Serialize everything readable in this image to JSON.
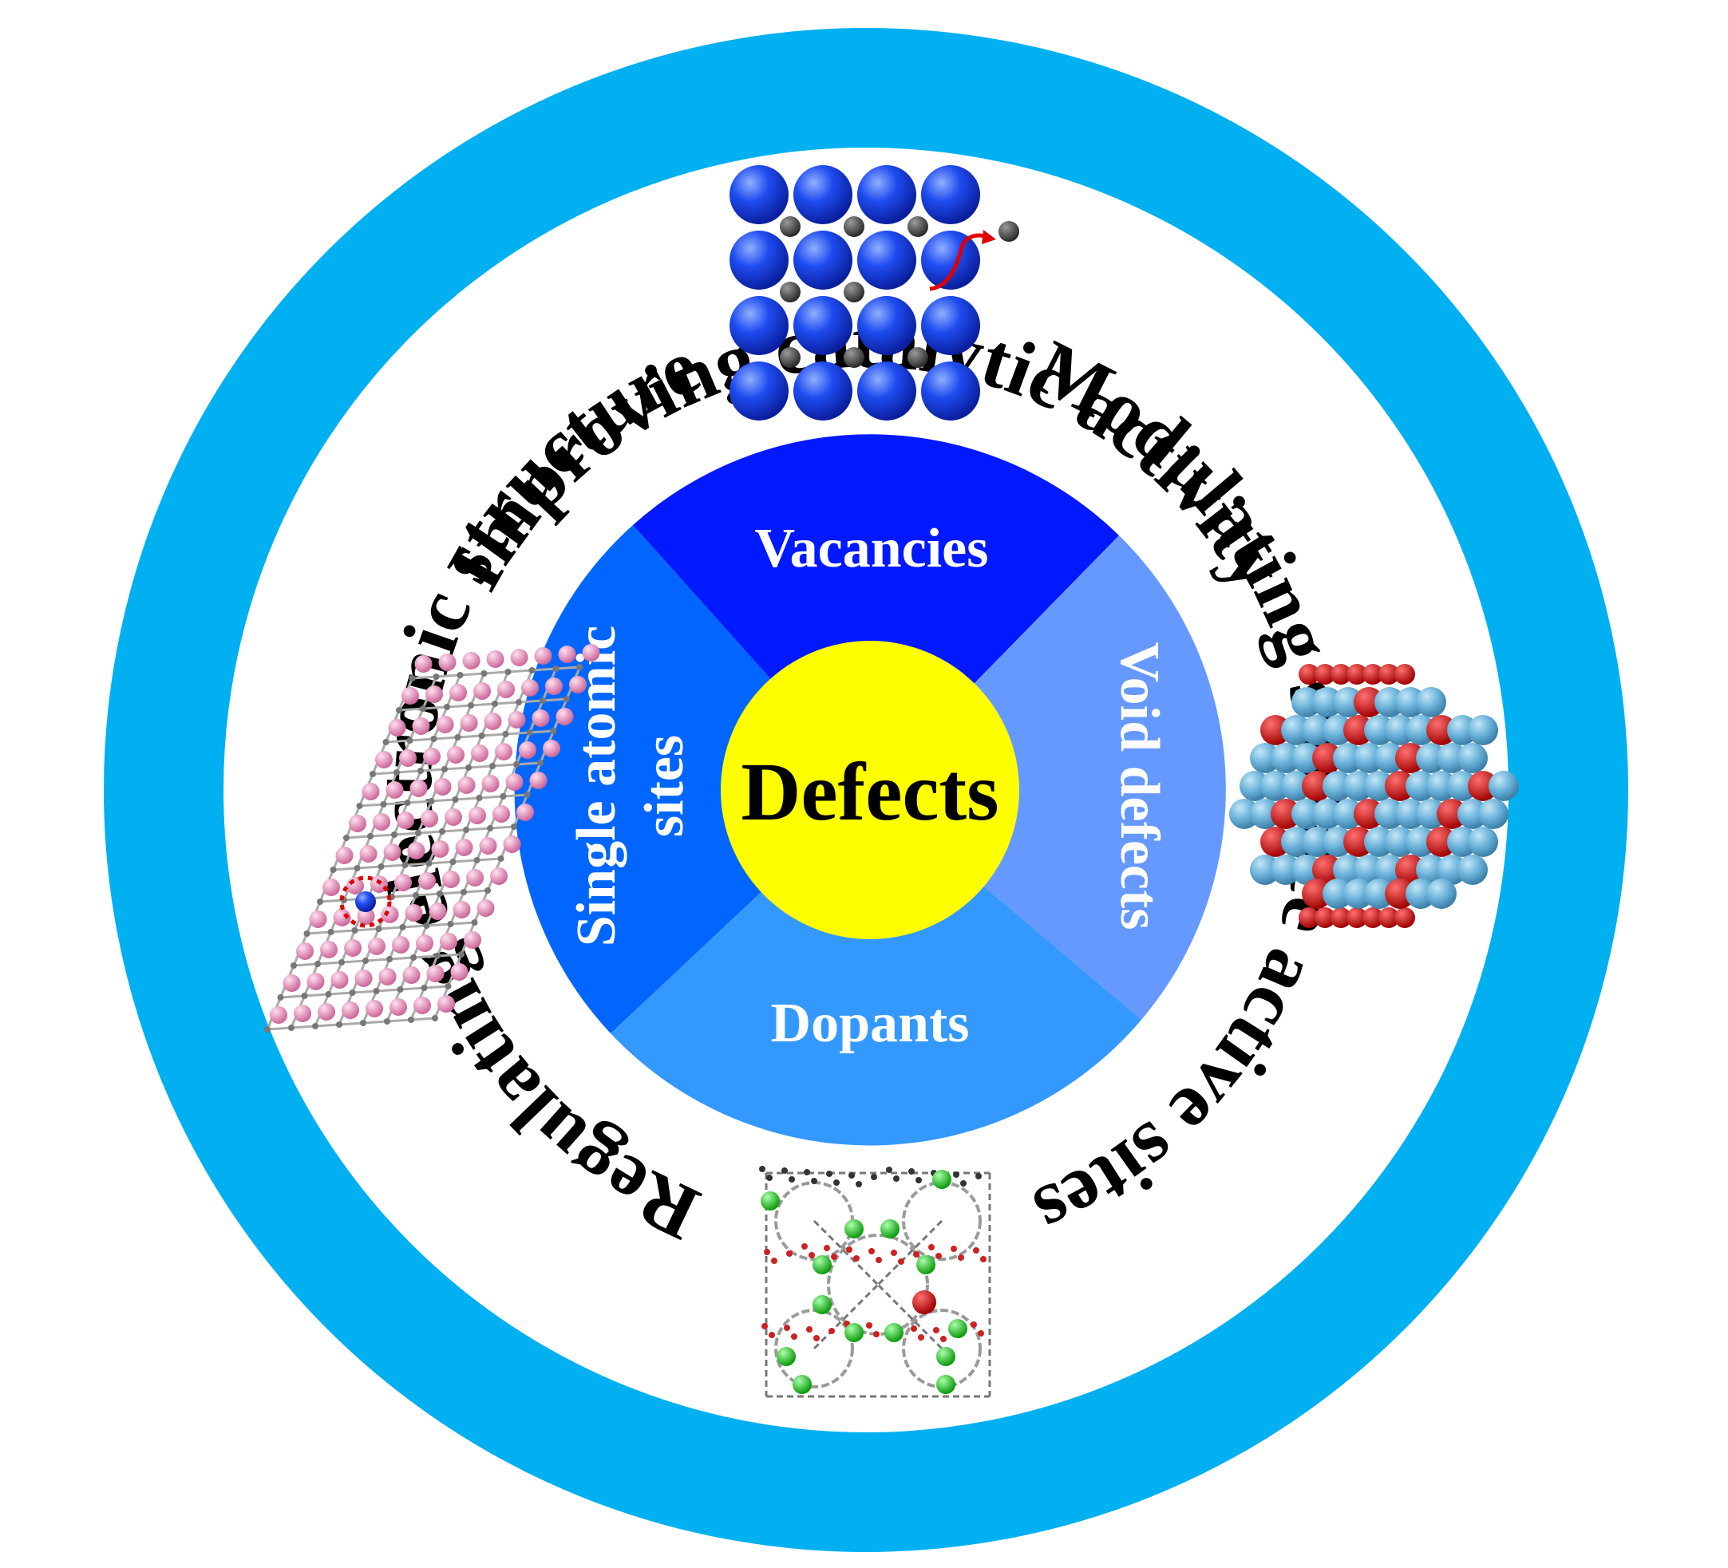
{
  "center": {
    "label": "Defects",
    "color": "#ffff00"
  },
  "ring": {
    "color": "#00b0f0",
    "top": "Improving catalytic activity",
    "right": "Modulating surface active sites",
    "left": "Regulating electronic structure"
  },
  "sectors": {
    "top": {
      "label": "Vacancies",
      "color": "#0019ff"
    },
    "right": {
      "label": "Void defects",
      "color": "#6699ff"
    },
    "bottom": {
      "label": "Dopants",
      "color": "#3399ff"
    },
    "left": {
      "label_line1": "Single atomic",
      "label_line2": "sites",
      "color": "#0066ff"
    }
  },
  "illustrations": {
    "top": "vacancy-lattice-icon",
    "right": "void-defect-nanocluster-icon",
    "bottom": "dopant-framework-icon",
    "left": "single-atom-lattice-icon"
  },
  "colors": {
    "sphere_blue": "#1a44e8",
    "atom_dark": "#444444",
    "arrow_red": "#e00000",
    "cluster_light": "#69b3dc",
    "cluster_red": "#d00000",
    "pink_atom": "#e79ac0",
    "green_atom": "#22cc22"
  }
}
